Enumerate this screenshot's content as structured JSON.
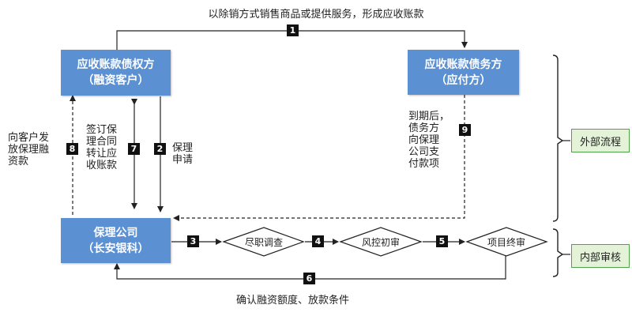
{
  "labels": {
    "top_caption": "以除销方式销售商品或提供服务，形成应收账款",
    "bottom_caption": "确认融资额度、放款条件"
  },
  "boxes": {
    "creditor": {
      "line1": "应收账款债权方",
      "line2": "（融资客户）"
    },
    "debtor": {
      "line1": "应收账款债务方",
      "line2": "（应付方）"
    },
    "factor": {
      "line1": "保理公司",
      "line2": "（长安银科）"
    }
  },
  "stages": {
    "external": "外部流程",
    "internal": "内部审核"
  },
  "diamonds": {
    "due_diligence": "尽职调查",
    "risk_review": "风控初审",
    "final_review": "项目终审"
  },
  "steps": {
    "s1": "1",
    "s2": "2",
    "s3": "3",
    "s4": "4",
    "s5": "5",
    "s6": "6",
    "s7": "7",
    "s8": "8",
    "s9": "9"
  },
  "annotations": {
    "s8_text": [
      "向客户发",
      "放保理融",
      "资款"
    ],
    "s7_text": [
      "签订保",
      "理合同",
      "转让应",
      "收账款"
    ],
    "s2_text": [
      "保理",
      "申请"
    ],
    "s9_text": [
      "到期后，",
      "债务方",
      "向保理",
      "公司支",
      "付款项"
    ]
  }
}
